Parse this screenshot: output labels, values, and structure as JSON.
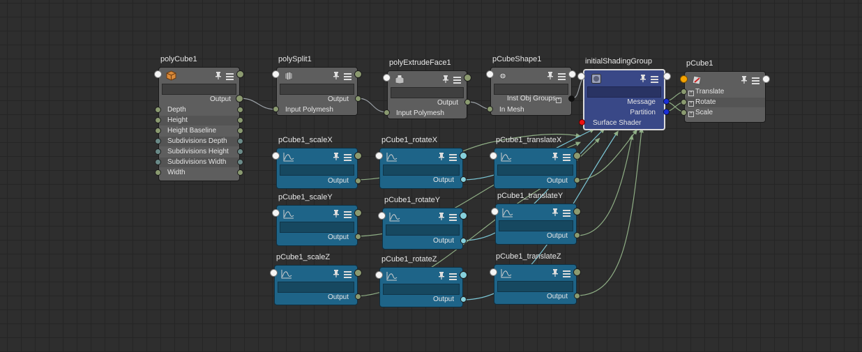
{
  "colors": {
    "background": "#2e2e2e",
    "node_gray": "#5e5e5e",
    "node_blue": "#1e6488",
    "node_shading": "#394887",
    "wire_gray": "#9aa0a6",
    "wire_green": "#8fae85",
    "wire_cyan": "#7cc7d6"
  },
  "nodes": {
    "polyCube1": {
      "title": "polyCube1",
      "icon": "cube-icon",
      "output": "Output",
      "attrs": [
        "Depth",
        "Height",
        "Height Baseline",
        "Subdivisions Depth",
        "Subdivisions Height",
        "Subdivisions Width",
        "Width"
      ]
    },
    "polySplit1": {
      "title": "polySplit1",
      "icon": "split-icon",
      "output": "Output",
      "input": "Input Polymesh"
    },
    "polyExtrudeFace1": {
      "title": "polyExtrudeFace1",
      "icon": "extrude-icon",
      "output": "Output",
      "input": "Input Polymesh"
    },
    "pCubeShape1": {
      "title": "pCubeShape1",
      "icon": "shape-icon",
      "output": "Inst Obj Groups",
      "input": "In Mesh"
    },
    "initialShadingGroup": {
      "title": "initialShadingGroup",
      "icon": "shading-group-icon",
      "message": "Message",
      "partition": "Partition",
      "surface": "Surface Shader"
    },
    "pCube1": {
      "title": "pCube1",
      "icon": "transform-icon",
      "attrs": [
        "Translate",
        "Rotate",
        "Scale"
      ]
    },
    "scaleX": {
      "title": "pCube1_scaleX",
      "output": "Output"
    },
    "rotateX": {
      "title": "pCube1_rotateX",
      "output": "Output"
    },
    "translateX": {
      "title": "pCube1_translateX",
      "output": "Output"
    },
    "scaleY": {
      "title": "pCube1_scaleY",
      "output": "Output"
    },
    "rotateY": {
      "title": "pCube1_rotateY",
      "output": "Output"
    },
    "translateY": {
      "title": "pCube1_translateY",
      "output": "Output"
    },
    "scaleZ": {
      "title": "pCube1_scaleZ",
      "output": "Output"
    },
    "rotateZ": {
      "title": "pCube1_rotateZ",
      "output": "Output"
    },
    "translateZ": {
      "title": "pCube1_translateZ",
      "output": "Output"
    }
  }
}
